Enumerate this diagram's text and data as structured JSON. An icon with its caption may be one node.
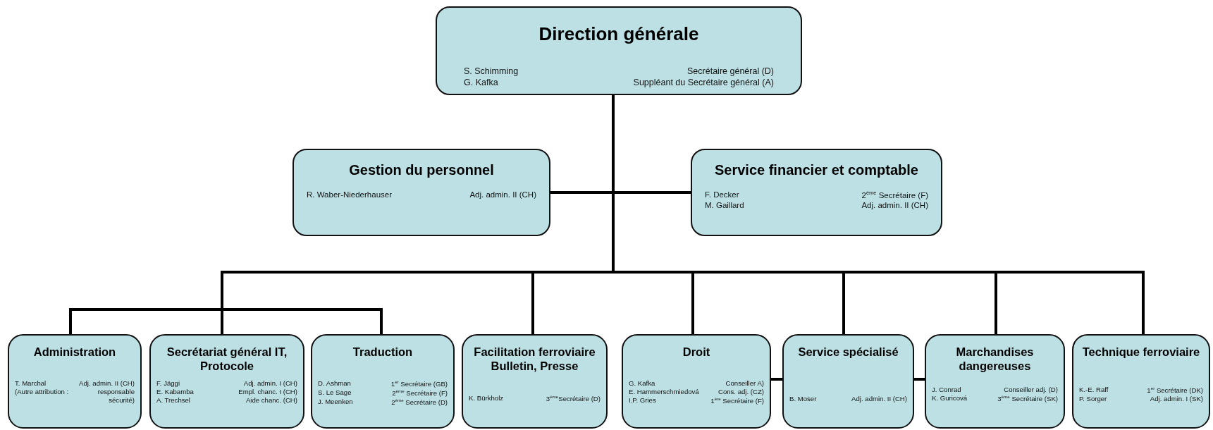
{
  "diagram": {
    "nodes": [
      {
        "text": [
          "Direction générale",
          "S. Schimming",
          "Secrétaire général (D)",
          "G. Kafka",
          "Suppléant du Secrétaire général (A)"
        ]
      },
      {
        "text": [
          "Gestion du personnel",
          "R. Waber-Niederhauser",
          "Adj. admin. II (CH)"
        ]
      },
      {
        "text": [
          "Service financier et comptable",
          "F. Decker",
          "2$^{ème}$ Secrétaire (F)",
          "M. Gaillard",
          "Adj. admin. II (CH)"
        ]
      },
      {
        "text": [
          "Administration",
          "T. Marchal",
          "Adj. admin. II (CH)",
          "(Autre attribution :",
          "responsable sécurité)"
        ]
      },
      {
        "text": [
          "Secrétariat général IT, Protocole",
          "F. Jäggi",
          "Adj. admin. I (CH)",
          "E. Kabamba",
          "Empl. chanc. I (CH)",
          "A. Trechsel",
          "Aide chanc. (CH)"
        ]
      },
      {
        "text": [
          "Traduction",
          "D. Ashman",
          "1$^{er}$ Secrétaire (GB)",
          "S. Le Sage",
          "2$^{ème}$ Secrétaire (F)",
          "J. Meenken",
          "2$^{ème}$ Secrétaire (D)"
        ]
      },
      {
        "text": [
          "Facilitation ferroviaire Bulletin, Presse",
          "K. Bürkholz",
          "3$^{ème}$Secrétaire (D)"
        ]
      },
      {
        "text": [
          "Droit",
          "G. Kafka",
          "Conseiller A)",
          "E. Hammerschmiedová",
          "Cons. adj. (CZ)",
          "I.P. Gries",
          "1$^{ère}$ Secrétaire (F)"
        ]
      },
      {
        "text": [
          "Service spécialisé",
          "B. Moser",
          "Adj. admin. II (CH)"
        ]
      },
      {
        "text": [
          "Marchandises dangereuses",
          "J. Conrad",
          "Conseiller adj. (D)",
          "K. Guricová",
          "3$^{ème}$ Secrétaire (SK)"
        ]
      },
      {
        "text": [
          "Technique ferroviaire",
          "K.-E. Raff",
          "1$^{er}$ Secrétaire (DK)",
          "P. Sorger",
          "Adj. admin. I (SK)"
        ]
      }
    ],
    "edges": [
      {
        "from": 0,
        "to": 1,
        "arrow": "none"
      },
      {
        "from": 0,
        "to": 2,
        "arrow": "none"
      },
      {
        "from": 0,
        "to": 3,
        "arrow": "none"
      },
      {
        "from": 0,
        "to": 4,
        "arrow": "none"
      },
      {
        "from": 0,
        "to": 5,
        "arrow": "none"
      },
      {
        "from": 0,
        "to": 6,
        "arrow": "none"
      },
      {
        "from": 0,
        "to": 7,
        "arrow": "none"
      },
      {
        "from": 0,
        "to": 8,
        "arrow": "none"
      },
      {
        "from": 0,
        "to": 9,
        "arrow": "none"
      },
      {
        "from": 0,
        "to": 10,
        "arrow": "none"
      },
      {
        "from": 7,
        "to": 8,
        "arrow": "none"
      },
      {
        "from": 8,
        "to": 9,
        "arrow": "none"
      }
    ]
  }
}
